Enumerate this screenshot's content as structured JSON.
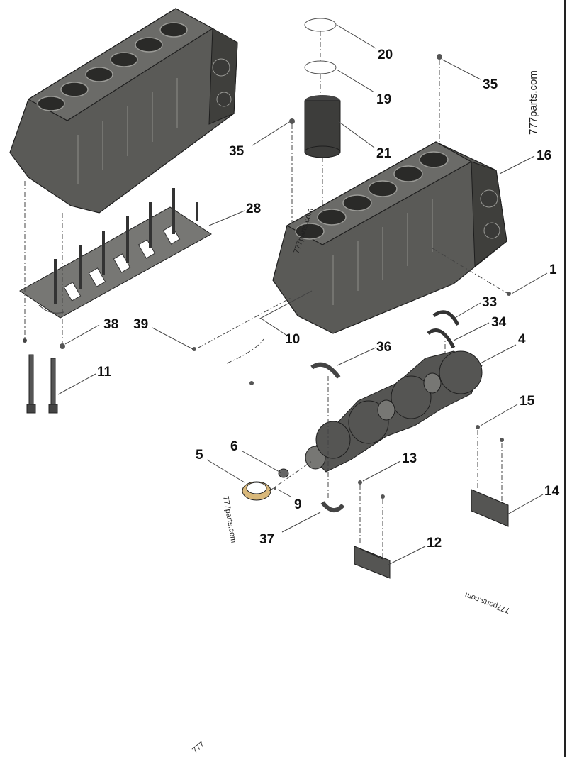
{
  "callouts": {
    "c20": "20",
    "c19": "19",
    "c35a": "35",
    "c35b": "35",
    "c21": "21",
    "c16": "16",
    "c28": "28",
    "c1": "1",
    "c33": "33",
    "c34": "34",
    "c38": "38",
    "c39": "39",
    "c10": "10",
    "c4": "4",
    "c36": "36",
    "c11": "11",
    "c15": "15",
    "c5": "5",
    "c6": "6",
    "c13": "13",
    "c9": "9",
    "c14": "14",
    "c37": "37",
    "c12": "12"
  },
  "watermarks": {
    "right_vertical": "777parts.com",
    "block_stamp": "777parts.com",
    "bearing_stamp": "777parts.com",
    "bottom_right": "777parts.com",
    "bottom_left_fragment": "777"
  }
}
